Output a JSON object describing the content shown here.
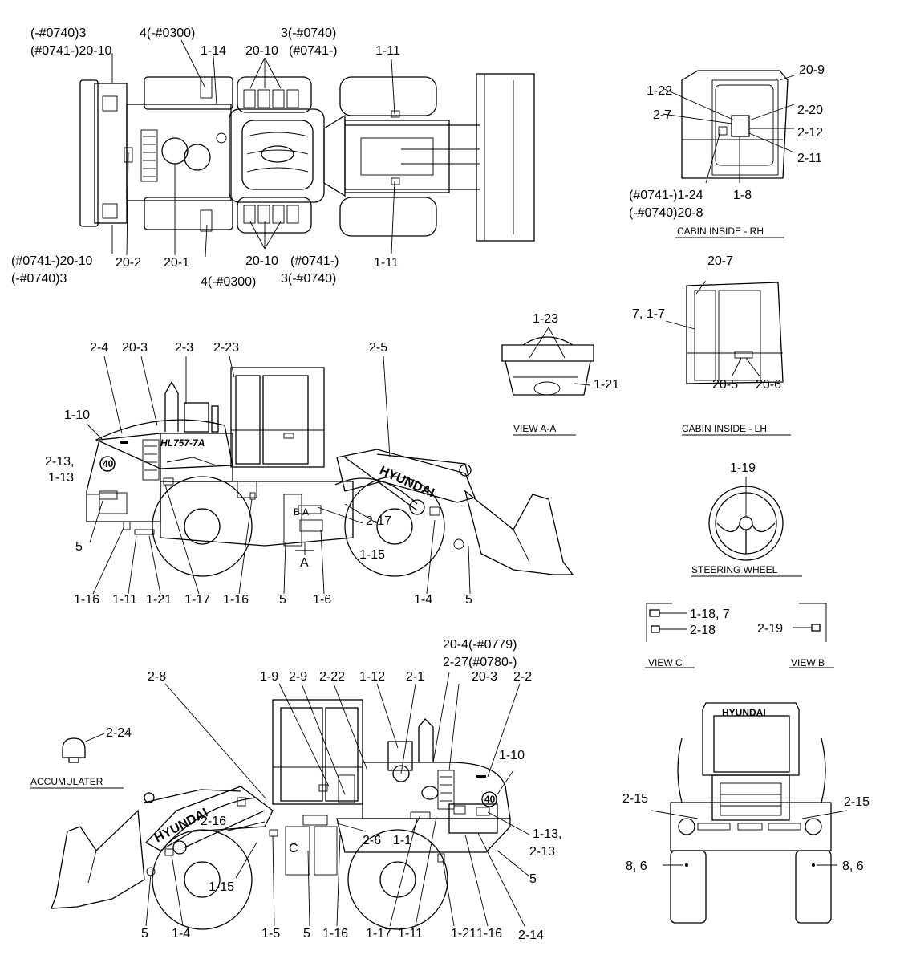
{
  "top_view": {
    "labels": [
      "(-#0740)3",
      "(#0741-)20-10",
      "4(-#0300)",
      "1-14",
      "3(-#0740)",
      "20-10",
      "(#0741-)",
      "1-11",
      "(#0741-)20-10",
      "(-#0740)3",
      "20-2",
      "20-1",
      "4(-#0300)",
      "20-10",
      "(#0741-)",
      "3(-#0740)",
      "1-11"
    ]
  },
  "cabin_rh": {
    "caption": "CABIN INSIDE - RH",
    "labels": [
      "20-9",
      "1-22",
      "2-7",
      "2-20",
      "2-12",
      "2-11",
      "(#0741-)1-24",
      "(-#0740)20-8",
      "1-8"
    ]
  },
  "cabin_lh": {
    "caption": "CABIN INSIDE - LH",
    "labels": [
      "20-7",
      "7, 1-7",
      "20-5",
      "20-6"
    ]
  },
  "view_aa": {
    "caption": "VIEW  A-A",
    "labels": [
      "1-23",
      "1-21"
    ]
  },
  "steering": {
    "caption": "STEERING WHEEL",
    "labels": [
      "1-19"
    ]
  },
  "view_c": {
    "caption": "VIEW C",
    "labels": [
      "1-18, 7",
      "2-18"
    ]
  },
  "view_b": {
    "caption": "VIEW B",
    "labels": [
      "2-19"
    ]
  },
  "side_view_left": {
    "model_text": "HL757-7A",
    "brand_text": "HYUNDAI",
    "badge": "40",
    "section_marks": [
      "B",
      "A",
      "A"
    ],
    "labels": [
      "2-4",
      "20-3",
      "2-3",
      "2-23",
      "2-5",
      "1-10",
      "2-13,",
      "1-13",
      "5",
      "2-17",
      "1-15",
      "1-16",
      "1-11",
      "1-21",
      "1-17",
      "1-16",
      "5",
      "1-6",
      "1-4",
      "5"
    ]
  },
  "side_view_right": {
    "brand_text": "HYUNDAI",
    "badge": "40",
    "section_marks": [
      "C"
    ],
    "labels": [
      "20-4(-#0779)",
      "2-27(#0780-)",
      "2-8",
      "1-9",
      "2-9",
      "2-22",
      "1-12",
      "2-1",
      "20-3",
      "2-2",
      "1-10",
      "2-16",
      "2-6",
      "1-1",
      "1-13,",
      "2-13",
      "1-15",
      "5",
      "5",
      "1-4",
      "1-5",
      "5",
      "1-16",
      "1-17",
      "1-11",
      "1-21",
      "1-16",
      "2-14"
    ]
  },
  "accumulator": {
    "caption": "ACCUMULATER",
    "labels": [
      "2-24"
    ]
  },
  "rear_view": {
    "brand_text": "HYUNDAI",
    "labels": [
      "2-15",
      "2-15",
      "8, 6",
      "8, 6"
    ]
  }
}
